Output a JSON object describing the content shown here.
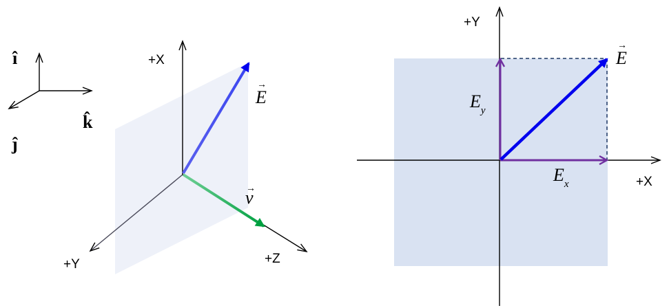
{
  "colors": {
    "axis": "#000000",
    "plane_left": "#eef1f9",
    "plane_right": "#d9e2f2",
    "e_field": "#0000ee",
    "e_field_light": "#4a55ee",
    "velocity": "#00a040",
    "velocity_light": "#5cc987",
    "component": "#7030a0",
    "guide_dashed": "#1f3864"
  },
  "unit_vectors": {
    "i": "î",
    "j": "ĵ",
    "k": "k̂"
  },
  "left_figure": {
    "axis_x_label": "+X",
    "axis_y_label": "+Y",
    "axis_z_label": "+Z",
    "e_vector_label": "E",
    "v_vector_label": "v",
    "vector_arrow": "→"
  },
  "right_figure": {
    "axis_y_label": "+Y",
    "axis_x_label": "+X",
    "e_vector_label": "E",
    "ey_label": "E",
    "ey_sub": "y",
    "ex_label": "E",
    "ex_sub": "x",
    "vector_arrow": "→"
  }
}
